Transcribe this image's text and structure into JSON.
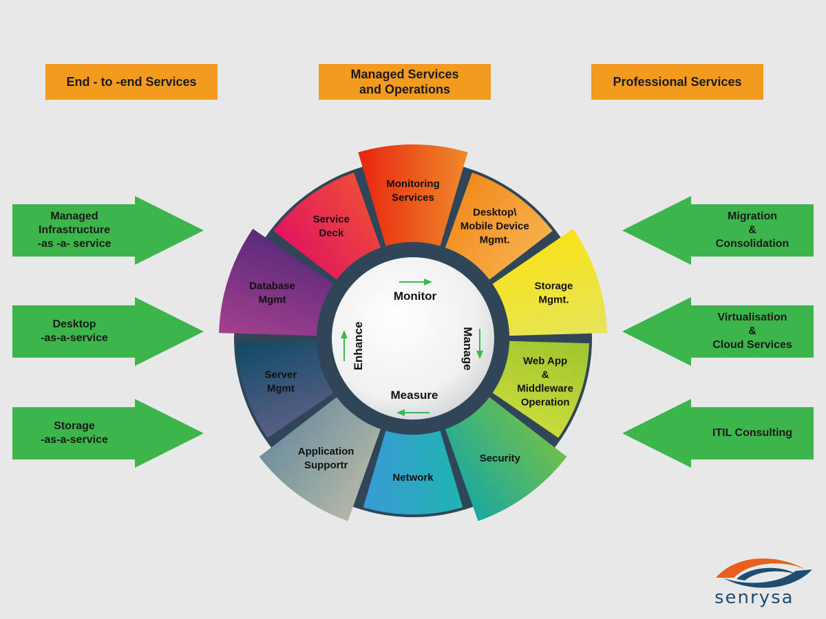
{
  "headers": [
    {
      "id": "end-to-end",
      "label": "End - to -end Services"
    },
    {
      "id": "managed-ops",
      "label": "Managed Services\nand Operations"
    },
    {
      "id": "professional",
      "label": "Professional Services"
    }
  ],
  "left_arrows": [
    {
      "label": "Managed\nInfrastructure\n-as -a- service"
    },
    {
      "label": "Desktop\n-as-a-service"
    },
    {
      "label": "Storage\n-as-a-service"
    }
  ],
  "right_arrows": [
    {
      "label": "Migration\n&\nConsolidation"
    },
    {
      "label": "Virtualisation\n&\nCloud Services"
    },
    {
      "label": "ITIL Consulting"
    }
  ],
  "segments": [
    {
      "label": "Monitoring\nServices",
      "c1": "#e8250f",
      "c2": "#f08a2a"
    },
    {
      "label": "Desktop\\\nMobile Device\nMgmt.",
      "c1": "#f28a1e",
      "c2": "#f7b04a"
    },
    {
      "label": "Storage\nMgmt.",
      "c1": "#f9e21a",
      "c2": "#e4e55a"
    },
    {
      "label": "Web App\n&\nMiddleware\nOperation",
      "c1": "#9ec52e",
      "c2": "#cadb3b"
    },
    {
      "label": "Security",
      "c1": "#6ebf4d",
      "c2": "#1aa8a0"
    },
    {
      "label": "Network",
      "c1": "#1fb5b0",
      "c2": "#3a9ad6"
    },
    {
      "label": "Application\nSupportr",
      "c1": "#b3b8a6",
      "c2": "#6f8f9e"
    },
    {
      "label": "Server\nMgmt",
      "c1": "#5b5f86",
      "c2": "#0f4a66"
    },
    {
      "label": "Database\nMgmt",
      "c1": "#a4408f",
      "c2": "#5a2a7a"
    },
    {
      "label": "Service\nDeck",
      "c1": "#e0165e",
      "c2": "#ef4b3a"
    }
  ],
  "cycle": {
    "monitor": "Monitor",
    "manage": "Manage",
    "measure": "Measure",
    "enhance": "Enhance"
  },
  "logo_text": "senrysa",
  "colors": {
    "background": "#e8e8e8",
    "header_orange": "#f39b1f",
    "arrow_green": "#3cb54a",
    "ring_dark": "#2f4558",
    "cycle_arrow_green": "#3cb54a"
  }
}
